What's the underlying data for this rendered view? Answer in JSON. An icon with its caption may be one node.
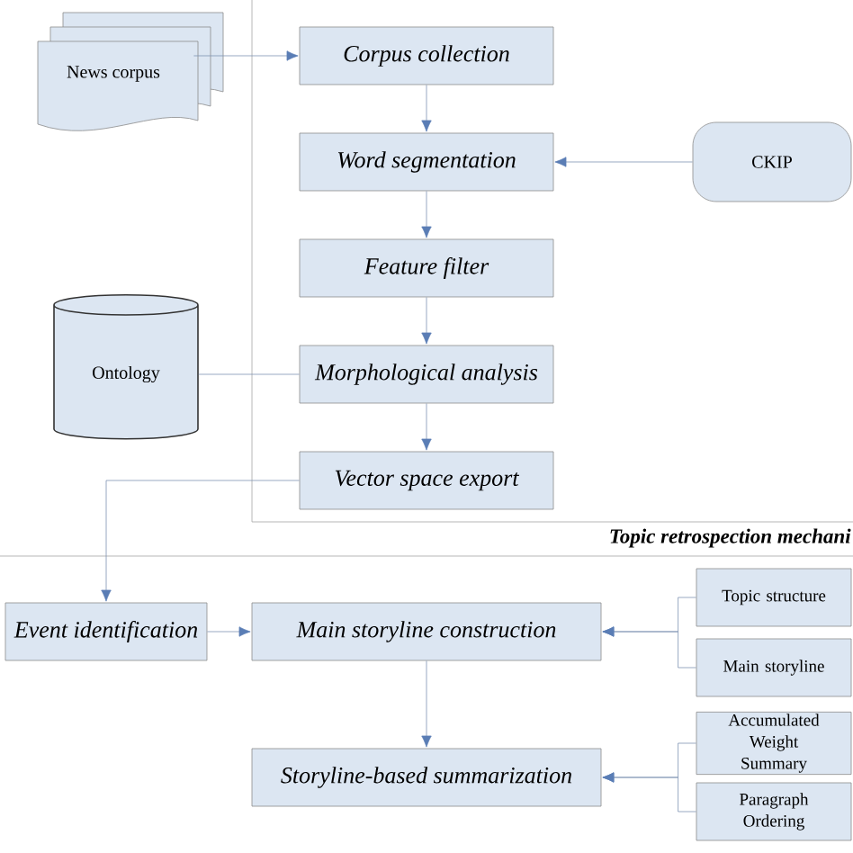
{
  "diagram": {
    "nodes": [
      {
        "text": [
          "News corpus"
        ]
      },
      {
        "text": [
          "Corpus collection"
        ]
      },
      {
        "text": [
          "Word segmentation"
        ]
      },
      {
        "text": [
          "CKIP"
        ]
      },
      {
        "text": [
          "Feature filter"
        ]
      },
      {
        "text": [
          "Ontology"
        ]
      },
      {
        "text": [
          "Morphological analysis"
        ]
      },
      {
        "text": [
          "Vector space export"
        ]
      },
      {
        "text": [
          "Event identification"
        ]
      },
      {
        "text": [
          "Main storyline construction"
        ]
      },
      {
        "text": [
          "Topic structure"
        ]
      },
      {
        "text": [
          "Main storyline"
        ]
      },
      {
        "text": [
          "Storyline-based summarization"
        ]
      },
      {
        "text": [
          "Accumulated Weight Summary"
        ]
      },
      {
        "text": [
          "Paragraph Ordering"
        ]
      }
    ],
    "edges": [
      {
        "from": 0,
        "to": 1,
        "arrow": "to"
      },
      {
        "from": 1,
        "to": 2,
        "arrow": "to"
      },
      {
        "from": 3,
        "to": 2,
        "arrow": "to"
      },
      {
        "from": 2,
        "to": 4,
        "arrow": "to"
      },
      {
        "from": 4,
        "to": 6,
        "arrow": "to"
      },
      {
        "from": 5,
        "to": 6,
        "arrow": "none"
      },
      {
        "from": 6,
        "to": 7,
        "arrow": "to"
      },
      {
        "from": 7,
        "to": 8,
        "arrow": "to"
      },
      {
        "from": 8,
        "to": 9,
        "arrow": "to"
      },
      {
        "from": 10,
        "to": 9,
        "arrow": "to"
      },
      {
        "from": 11,
        "to": 9,
        "arrow": "to"
      },
      {
        "from": 9,
        "to": 12,
        "arrow": "to"
      },
      {
        "from": 13,
        "to": 12,
        "arrow": "to"
      },
      {
        "from": 14,
        "to": 12,
        "arrow": "to"
      }
    ],
    "labels": [
      "Topic retrospection mechani"
    ]
  }
}
